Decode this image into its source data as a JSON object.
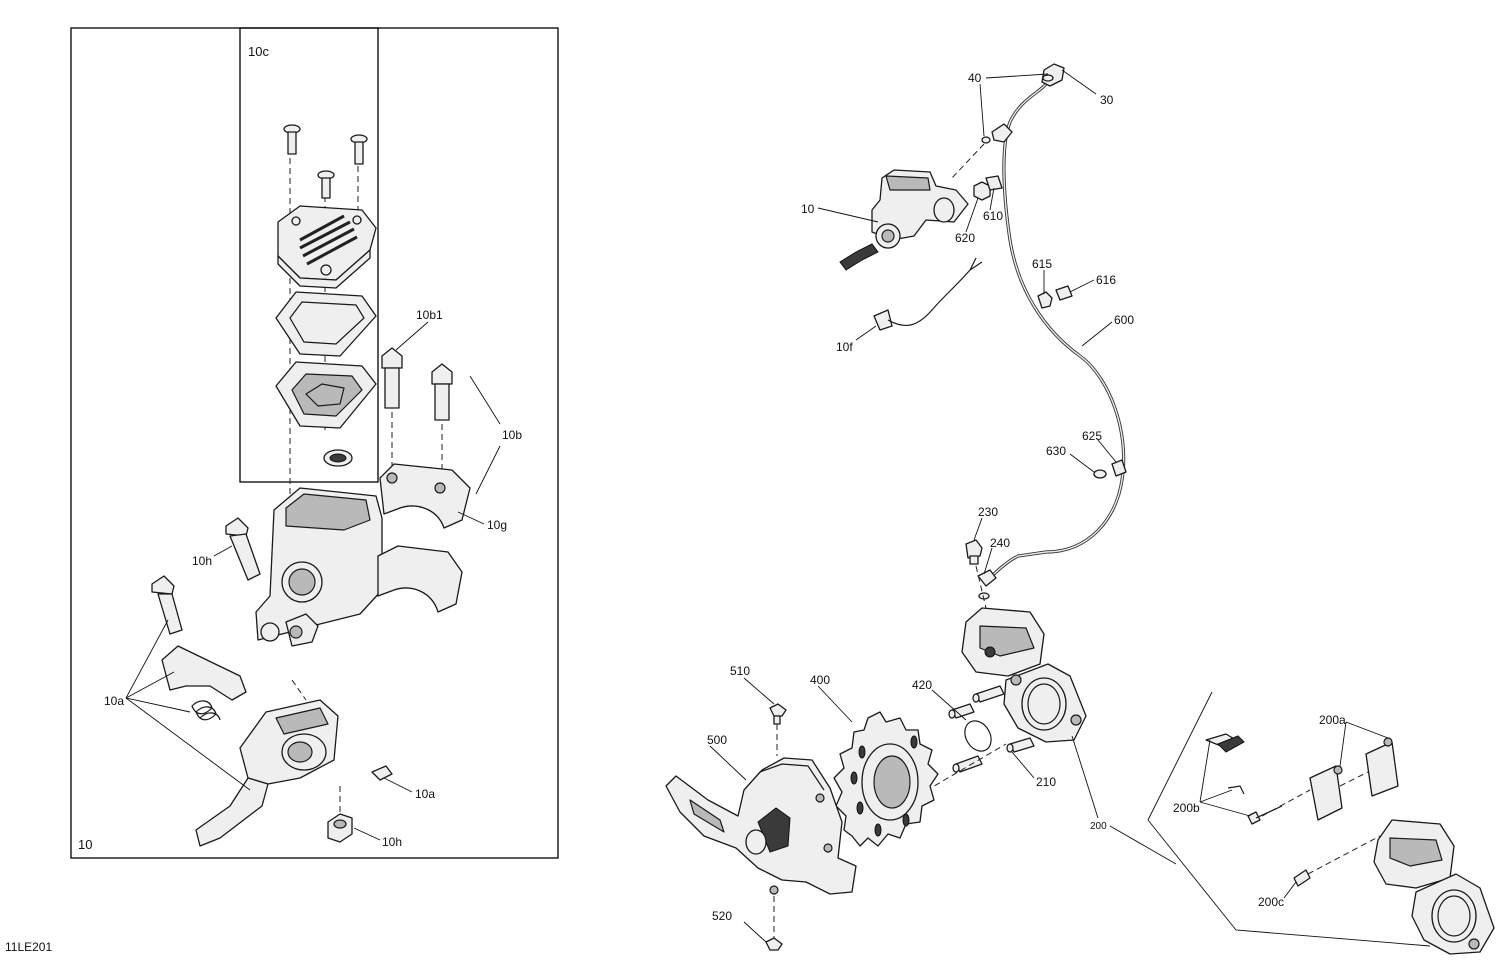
{
  "drawing_code": "11LE201",
  "frames": {
    "main": "10",
    "inset": "10c"
  },
  "labels": {
    "p10b1": "10b1",
    "p10b": "10b",
    "p10g": "10g",
    "p10h_top": "10h",
    "p10a_left": "10a",
    "p10a_right": "10a",
    "p10h_bottom": "10h",
    "p40": "40",
    "p30": "30",
    "p10": "10",
    "p620": "620",
    "p610": "610",
    "p615": "615",
    "p616": "616",
    "p10f": "10f",
    "p600": "600",
    "p625": "625",
    "p630": "630",
    "p230": "230",
    "p240": "240",
    "p510": "510",
    "p400": "400",
    "p420": "420",
    "p500": "500",
    "p210": "210",
    "p200": "200",
    "p200a": "200a",
    "p200b": "200b",
    "p200c": "200c",
    "p520": "520"
  }
}
